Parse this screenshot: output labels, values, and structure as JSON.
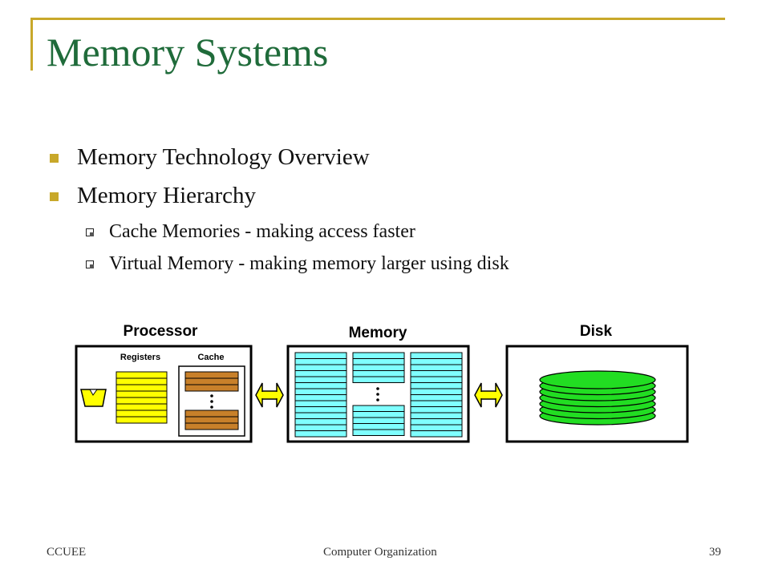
{
  "slide": {
    "title": "Memory Systems",
    "bullets": [
      {
        "text": "Memory Technology Overview"
      },
      {
        "text": "Memory Hierarchy",
        "sub": [
          "Cache Memories - making access faster",
          "Virtual Memory - making memory larger using disk"
        ]
      }
    ]
  },
  "diagram": {
    "processor_label": "Processor",
    "memory_label": "Memory",
    "disk_label": "Disk",
    "registers_label": "Registers",
    "cache_label": "Cache"
  },
  "footer": {
    "left": "CCUEE",
    "center": "Computer Organization",
    "page": "39"
  },
  "colors": {
    "accent": "#c8a82a",
    "title": "#1f6b3a",
    "register": "#ffff00",
    "cache": "#c8802a",
    "memory": "#7fffff",
    "disk": "#22dd22"
  }
}
